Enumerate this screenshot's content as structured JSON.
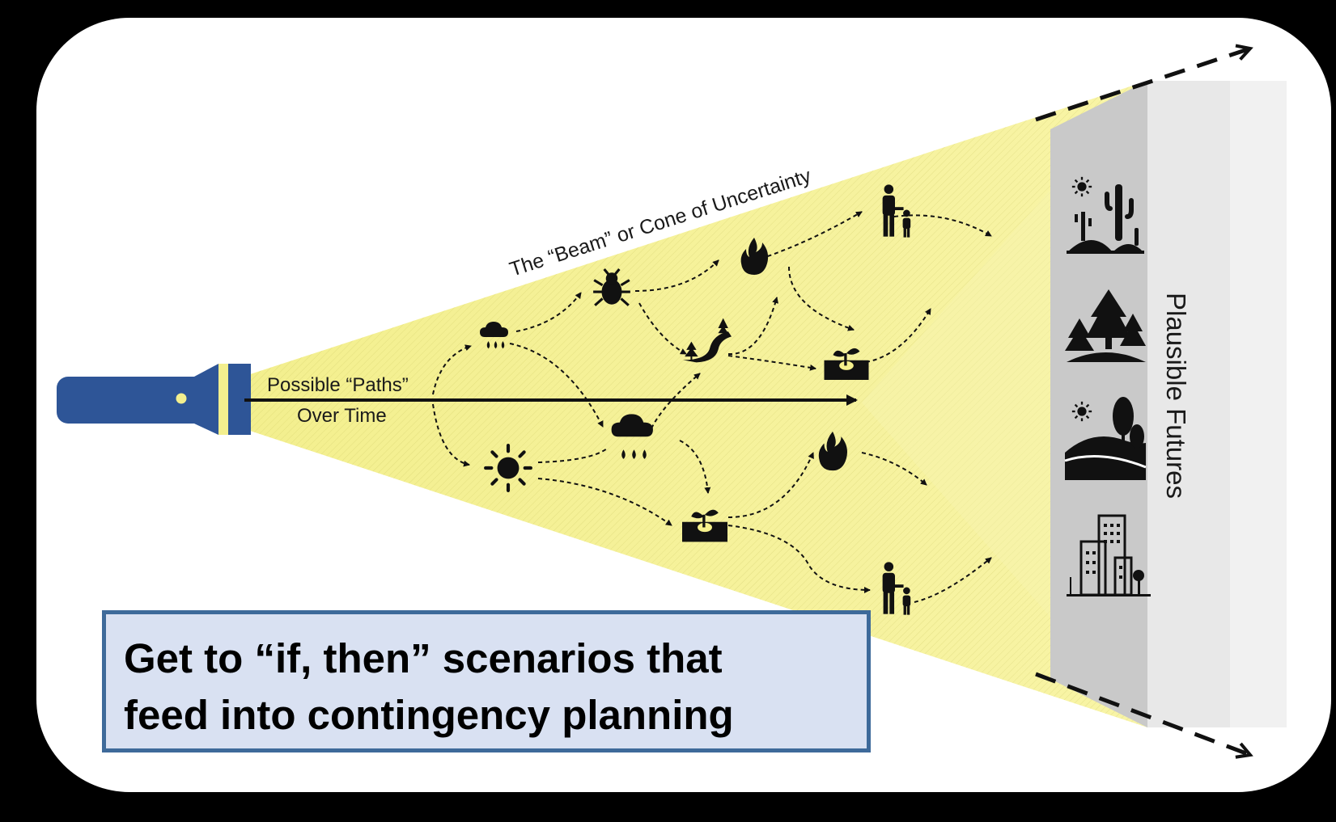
{
  "diagram": {
    "beam_label": "The “Beam” or Cone of Uncertainty",
    "paths_label_line1": "Possible “Paths”",
    "paths_label_line2": "Over Time",
    "futures_label": "Plausible Futures",
    "path_icons": [
      "cloud-rain-icon",
      "bug-icon",
      "fire-icon",
      "person-child-icon",
      "forest-road-icon",
      "sprout-icon",
      "sun-icon",
      "storm-cloud-icon",
      "fire-icon",
      "sprout-icon",
      "person-child-icon"
    ],
    "future_icons": [
      "desert-icon",
      "forest-icon",
      "hills-icon",
      "city-icon"
    ],
    "colors": {
      "background": "#000000",
      "panel": "#ffffff",
      "beam": "#f5f08c",
      "flashlight": "#2e5597",
      "futures_band": "#c8c8c8",
      "callout_fill": "#d9e1f2",
      "callout_border": "#3e6a9a"
    }
  },
  "callout": {
    "line1": "Get to “if, then” scenarios that",
    "line2": "feed into contingency planning"
  }
}
